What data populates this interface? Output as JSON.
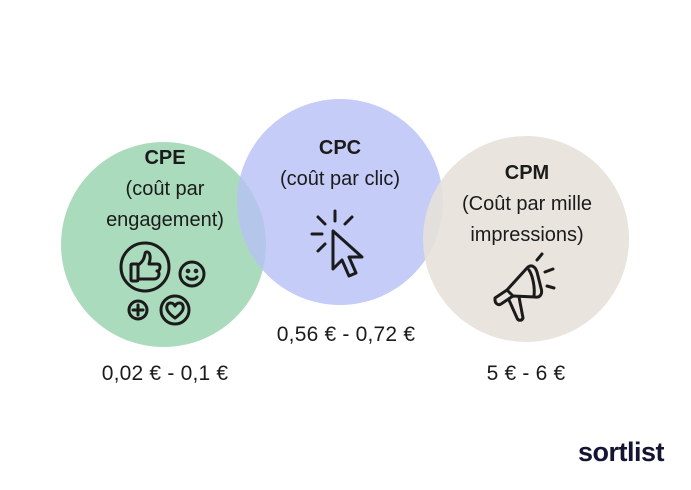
{
  "metrics": [
    {
      "abbr": "CPE",
      "description": "(coût par\nengagement)",
      "price": "0,02 € - 0,1 €",
      "color": "#98d3ae",
      "icon": "engagement-icon"
    },
    {
      "abbr": "CPC",
      "description": "(coût par clic)",
      "price": "0,56 € - 0,72 €",
      "color": "#b7c1f5",
      "icon": "cursor-click-icon"
    },
    {
      "abbr": "CPM",
      "description": "(Coût par mille\nimpressions)",
      "price": "5 € - 6 €",
      "color": "#e7e1d9",
      "icon": "megaphone-icon"
    }
  ],
  "brand": {
    "logo_text": "sortlist",
    "color": "#141433"
  }
}
